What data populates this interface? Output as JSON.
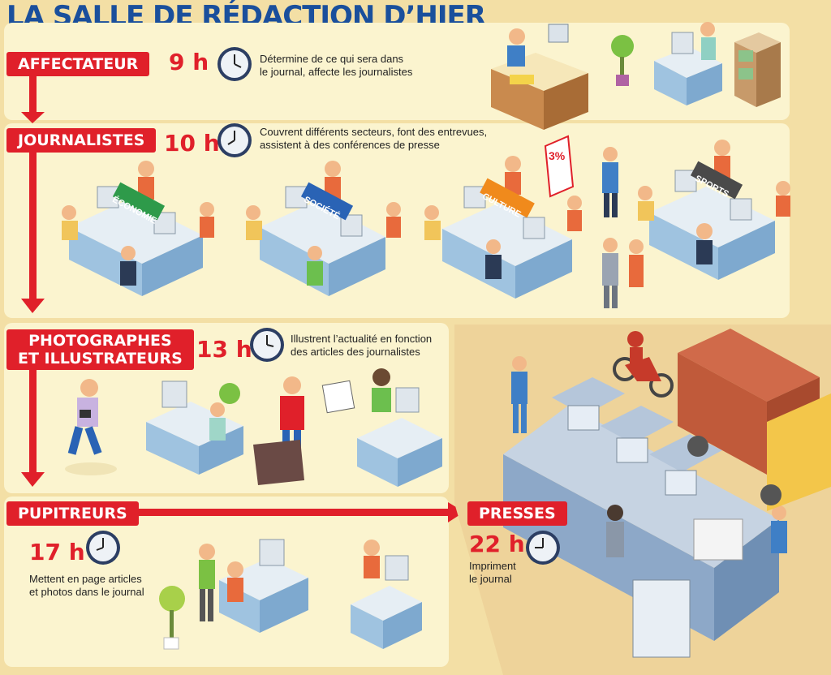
{
  "title": "LA SALLE DE RÉDACTION D’HIER",
  "steps": [
    {
      "label": "AFFECTATEUR",
      "time": "9 h",
      "desc": [
        "Détermine de ce qui sera dans",
        "le journal, affecte les journalistes"
      ]
    },
    {
      "label": "JOURNALISTES",
      "time": "10 h",
      "desc": [
        "Couvrent différents secteurs, font des entrevues,",
        "assistent à des conférences de presse"
      ]
    },
    {
      "label": [
        "PHOTOGRAPHES",
        "ET ILLUSTRATEURS"
      ],
      "time": "13 h",
      "desc": [
        "Illustrent l’actualité en fonction",
        "des articles des journalistes"
      ]
    },
    {
      "label": "PUPITREURS",
      "time": "17 h",
      "desc": [
        "Mettent en page articles",
        "et photos dans le journal"
      ]
    },
    {
      "label": "PRESSES",
      "time": "22 h",
      "desc": [
        "Impriment",
        "le journal"
      ]
    }
  ],
  "sections": [
    "ÉCONOMIE",
    "SOCIÉTÉ",
    "CULTURE",
    "SPORTS"
  ],
  "chart_sign": "3%",
  "colors": {
    "accent_red": "#e0202a",
    "title_blue": "#1a4f9c",
    "panel": "#fbf4cf",
    "background": "#f3dfa5"
  }
}
